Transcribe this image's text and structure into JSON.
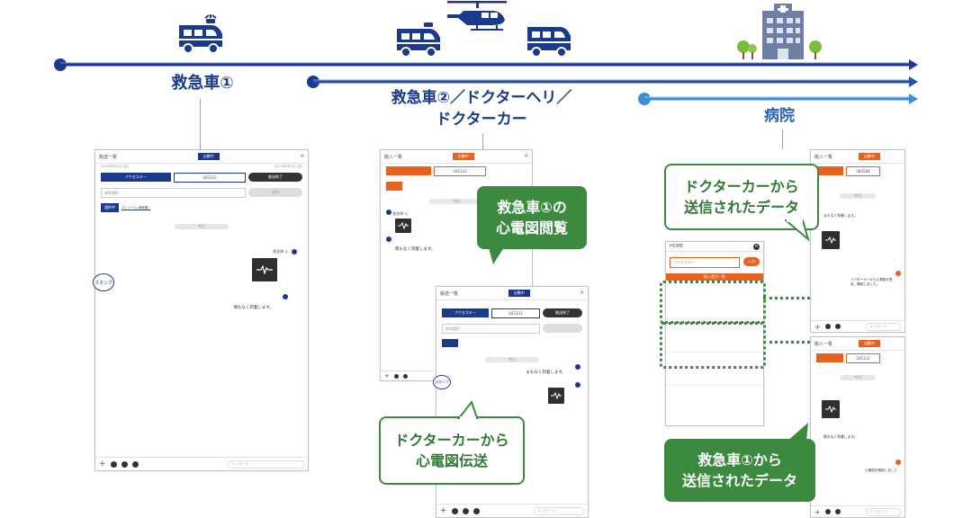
{
  "stages": {
    "ambulance1": "救急車①",
    "ambulance2_line1": "救急車②／ドクターヘリ／",
    "ambulance2_line2": "ドクターカー",
    "hospital": "病院"
  },
  "callouts": {
    "view_ecg_line1": "救急車①の",
    "view_ecg_line2": "心電図閲覧",
    "doctor_car_send_line1": "ドクターカーから",
    "doctor_car_send_line2": "心電図伝送",
    "from_doctor_car_line1": "ドクターカーから",
    "from_doctor_car_line2": "送信されたデータ",
    "from_ambulance_line1": "救急車①から",
    "from_ambulance_line2": "送信されたデータ"
  },
  "phone1": {
    "back": "搬送一覧",
    "status_tab": "出動中",
    "date_left": "2025年8月1日 (金)",
    "date_right": "2025年8月1日 (金)",
    "access_key_label": "アクセスキー",
    "access_key_value": "045333",
    "end_button": "搬送終了",
    "hospital_select": "病院選択",
    "send_button": "送信",
    "selected_tab": "選択中",
    "links": "ストリーム  病院選...",
    "today": "今日",
    "sender1": "救急隊 ①",
    "message": "間もなく到着します。",
    "stamp": "スタンプ",
    "input_placeholder": "メッセージ"
  },
  "phone2": {
    "back": "搬入一覧",
    "status_tab": "出動中",
    "access_key_value": "045333",
    "today": "今日",
    "sender": "救急隊 ①",
    "message": "間もなく到着します。"
  },
  "phone3": {
    "back": "搬送一覧",
    "status_tab": "出動中",
    "access_key_label": "アクセスキー",
    "access_key_value": "045333",
    "end_button": "搬送終了",
    "hospital_select": "病院選択",
    "today": "今日",
    "message": "まもなく到着します。",
    "stamp": "スタンプ",
    "input_placeholder": "メッセージ"
  },
  "phone4": {
    "home": "HOME",
    "placeholder": "アクセスキー",
    "enter_button": "入力",
    "list_header": "搬入受付一覧"
  },
  "phone5": {
    "back": "搬入一覧",
    "status_tab": "出動中",
    "access_key_value": "084588",
    "today": "今日",
    "message": "まもなく到着します。",
    "reply": "ドクターカーから心電図を受信。確認しました。",
    "input_placeholder": "メッセージ"
  },
  "phone6": {
    "back": "搬入一覧",
    "status_tab": "出動中",
    "access_key_value": "045333",
    "today": "今日",
    "message": "間もなく到着します。",
    "reply": "心電図を確認しました",
    "input_placeholder": "メッセージ"
  },
  "colors": {
    "navy": "#1b3a8c",
    "blue": "#2a63b8",
    "light_blue": "#3b8fd8",
    "orange": "#e8621e",
    "green": "#3c8a3f"
  },
  "icons": [
    "ambulance-icon",
    "helicopter-icon",
    "hospital-icon",
    "ecg-icon"
  ]
}
